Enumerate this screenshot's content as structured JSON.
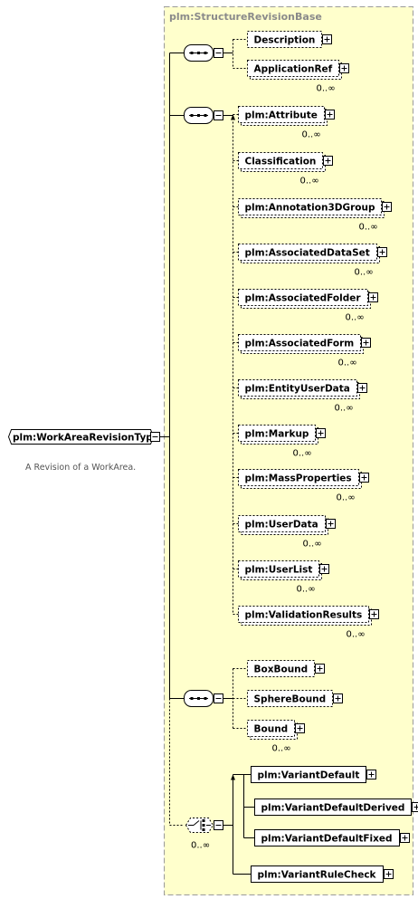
{
  "base_type": {
    "label": "plm:StructureRevisionBase"
  },
  "root": {
    "label": "plm:WorkAreaRevisionType",
    "documentation": "A Revision of a WorkArea."
  },
  "colors": {
    "base_fill": "#FFFFCC",
    "base_border": "#9a9a9a",
    "line": "#000000",
    "box_fill": "#ffffff"
  },
  "groups": [
    {
      "kind": "sequence",
      "items": [
        {
          "label": "Description"
        },
        {
          "label": "ApplicationRef",
          "cardinality": "0..∞",
          "multi": true
        }
      ]
    },
    {
      "kind": "sequence",
      "items": [
        {
          "label": "plm:Attribute",
          "cardinality": "0..∞",
          "multi": true
        },
        {
          "label": "Classification",
          "cardinality": "0..∞",
          "multi": true
        },
        {
          "label": "plm:Annotation3DGroup",
          "cardinality": "0..∞",
          "multi": true
        },
        {
          "label": "plm:AssociatedDataSet",
          "cardinality": "0..∞",
          "multi": true
        },
        {
          "label": "plm:AssociatedFolder",
          "cardinality": "0..∞",
          "multi": true
        },
        {
          "label": "plm:AssociatedForm",
          "cardinality": "0..∞",
          "multi": true
        },
        {
          "label": "plm:EntityUserData",
          "cardinality": "0..∞",
          "multi": true
        },
        {
          "label": "plm:Markup",
          "cardinality": "0..∞",
          "multi": true
        },
        {
          "label": "plm:MassProperties",
          "cardinality": "0..∞",
          "multi": true
        },
        {
          "label": "plm:UserData",
          "cardinality": "0..∞",
          "multi": true
        },
        {
          "label": "plm:UserList",
          "cardinality": "0..∞",
          "multi": true
        },
        {
          "label": "plm:ValidationResults",
          "cardinality": "0..∞",
          "multi": true
        }
      ]
    },
    {
      "kind": "sequence",
      "items": [
        {
          "label": "BoxBound"
        },
        {
          "label": "SphereBound"
        },
        {
          "label": "Bound",
          "cardinality": "0..∞",
          "multi": true
        }
      ]
    },
    {
      "kind": "choice",
      "cardinality": "0..∞",
      "items": [
        {
          "label": "plm:VariantDefault"
        },
        {
          "label": "plm:VariantDefaultDerived"
        },
        {
          "label": "plm:VariantDefaultFixed"
        },
        {
          "label": "plm:VariantRuleCheck"
        }
      ]
    }
  ]
}
